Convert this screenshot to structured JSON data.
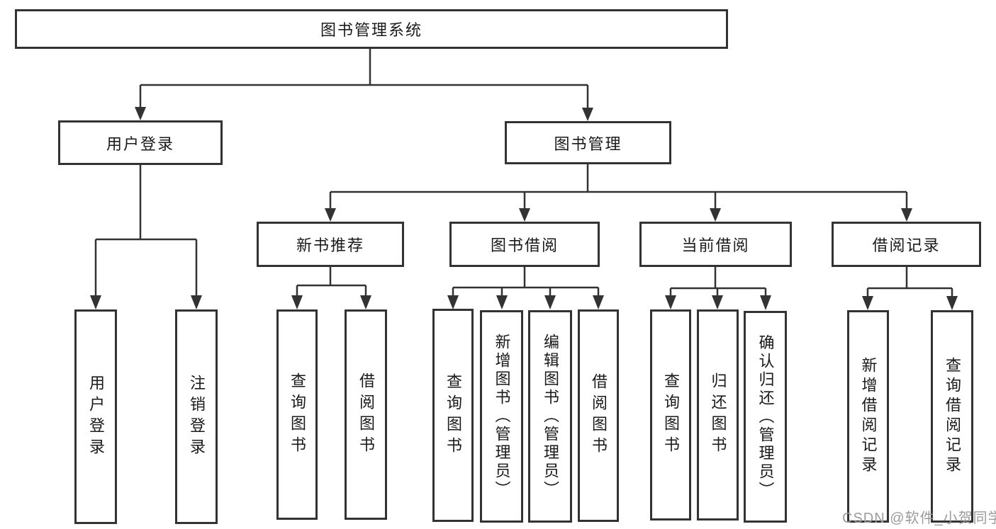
{
  "tree": {
    "label": "图书管理系统",
    "children": [
      {
        "label": "用户登录",
        "children": [
          {
            "label": "用户登录"
          },
          {
            "label": "注销登录"
          }
        ]
      },
      {
        "label": "图书管理",
        "children": [
          {
            "label": "新书推荐",
            "children": [
              {
                "label": "查询图书"
              },
              {
                "label": "借阅图书"
              }
            ]
          },
          {
            "label": "图书借阅",
            "children": [
              {
                "label": "查询图书"
              },
              {
                "label": "新增图书（管理员）"
              },
              {
                "label": "编辑图书（管理员）"
              },
              {
                "label": "借阅图书"
              }
            ]
          },
          {
            "label": "当前借阅",
            "children": [
              {
                "label": "查询图书"
              },
              {
                "label": "归还图书"
              },
              {
                "label": "确认归还（管理员）"
              }
            ]
          },
          {
            "label": "借阅记录",
            "children": [
              {
                "label": "新增借阅记录"
              },
              {
                "label": "查询借阅记录"
              }
            ]
          }
        ]
      }
    ]
  },
  "watermark": {
    "text": "CSDN @软件_小贺同学"
  },
  "colors": {
    "line": "#333333",
    "box_border": "#333333",
    "text": "#1a1a1a",
    "watermark": "#9b9b9b",
    "background": "#ffffff"
  }
}
